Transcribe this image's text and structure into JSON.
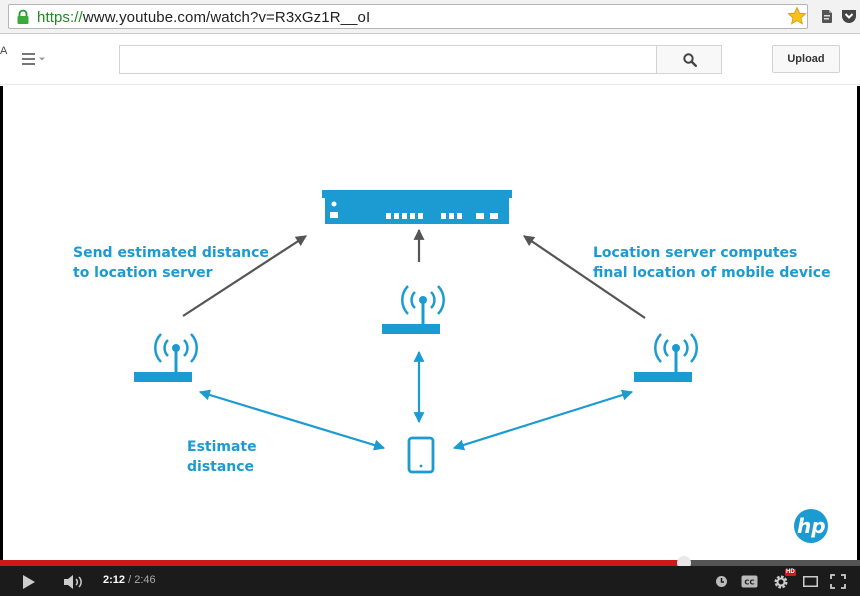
{
  "browser": {
    "url_scheme": "https://",
    "url_rest": "www.youtube.com/watch?v=R3xGz1R__oI",
    "bookmark_icon": "star-icon",
    "lock_icon": "lock-icon"
  },
  "header": {
    "cut_letter": "A",
    "search": {
      "value": "",
      "placeholder": ""
    },
    "upload_label": "Upload"
  },
  "slide": {
    "left_label_line1": "Send estimated distance",
    "left_label_line2": "to location server",
    "right_label_line1": "Location server computes",
    "right_label_line2": "final location of mobile device",
    "bottom_label_line1": "Estimate",
    "bottom_label_line2": "distance",
    "logo_text": "hp",
    "accent_color": "#1b9bd1",
    "arrow_color": "#555555"
  },
  "player": {
    "current_time": "2:12",
    "separator": " / ",
    "duration": "2:46",
    "progress_fraction": 0.795,
    "hd_badge": "HD",
    "played_color": "#cc181e"
  }
}
